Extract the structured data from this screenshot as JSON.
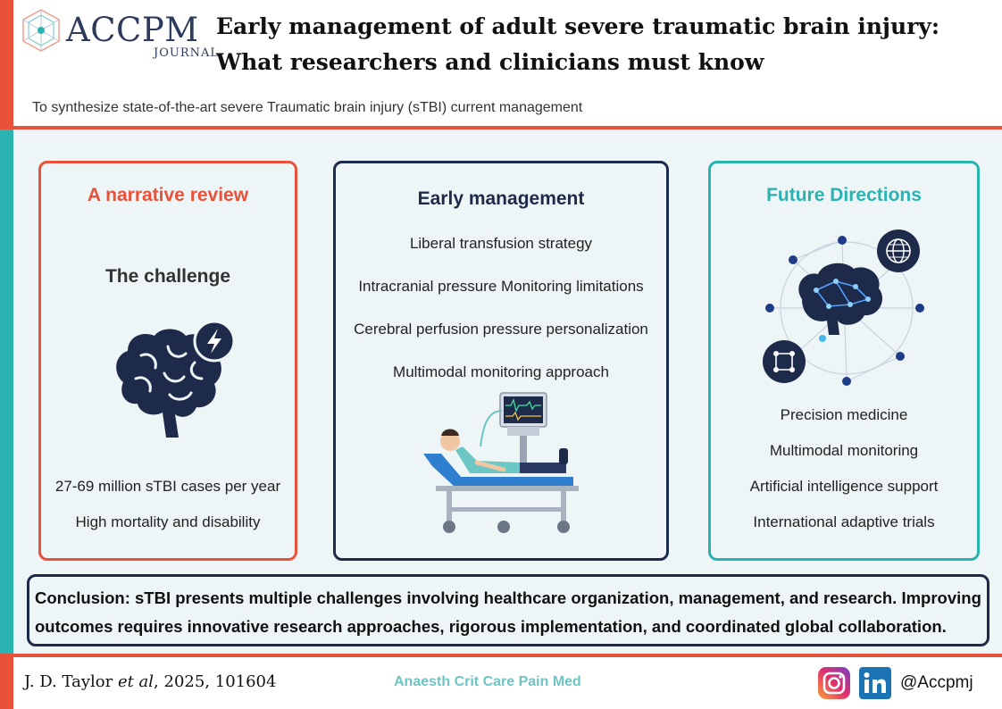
{
  "header": {
    "logo_text": "ACCPM",
    "logo_sub": "JOURNAL",
    "title_line1": "Early management of adult severe traumatic brain injury:",
    "title_line2": "What researchers and clinicians must know",
    "objective": "To synthesize state-of-the-art severe Traumatic brain injury (sTBI) current management"
  },
  "left_panel": {
    "heading": "A narrative review",
    "subheading": "The challenge",
    "facts": [
      "27-69 million sTBI cases per year",
      "High mortality and disability"
    ]
  },
  "middle_panel": {
    "heading": "Early management",
    "items": [
      "Liberal transfusion strategy",
      "Intracranial pressure Monitoring limitations",
      "Cerebral perfusion pressure personalization",
      "Multimodal monitoring approach"
    ]
  },
  "right_panel": {
    "heading": "Future Directions",
    "items": [
      "Precision medicine",
      "Multimodal monitoring",
      "Artificial intelligence support",
      "International adaptive trials"
    ]
  },
  "conclusion": {
    "line1": "Conclusion: sTBI presents multiple challenges involving healthcare organization, management, and research. Improving",
    "line2": "outcomes requires innovative research approaches, rigorous implementation, and coordinated global collaboration."
  },
  "footer": {
    "author": "J. D. Taylor ",
    "et_al": "et al",
    "citation_rest": ", 2025, 101604",
    "journal": "Anaesth Crit Care Pain Med",
    "handle": "@Accpmj"
  },
  "colors": {
    "accent_red": "#e8523b",
    "accent_teal": "#2bb3b1",
    "navy": "#1e2a4a"
  },
  "icons": [
    "brain-lightning-icon",
    "patient-bed-monitor-illustration",
    "ai-brain-network-icon",
    "globe-icon",
    "network-chip-icon",
    "instagram-icon",
    "linkedin-icon"
  ]
}
